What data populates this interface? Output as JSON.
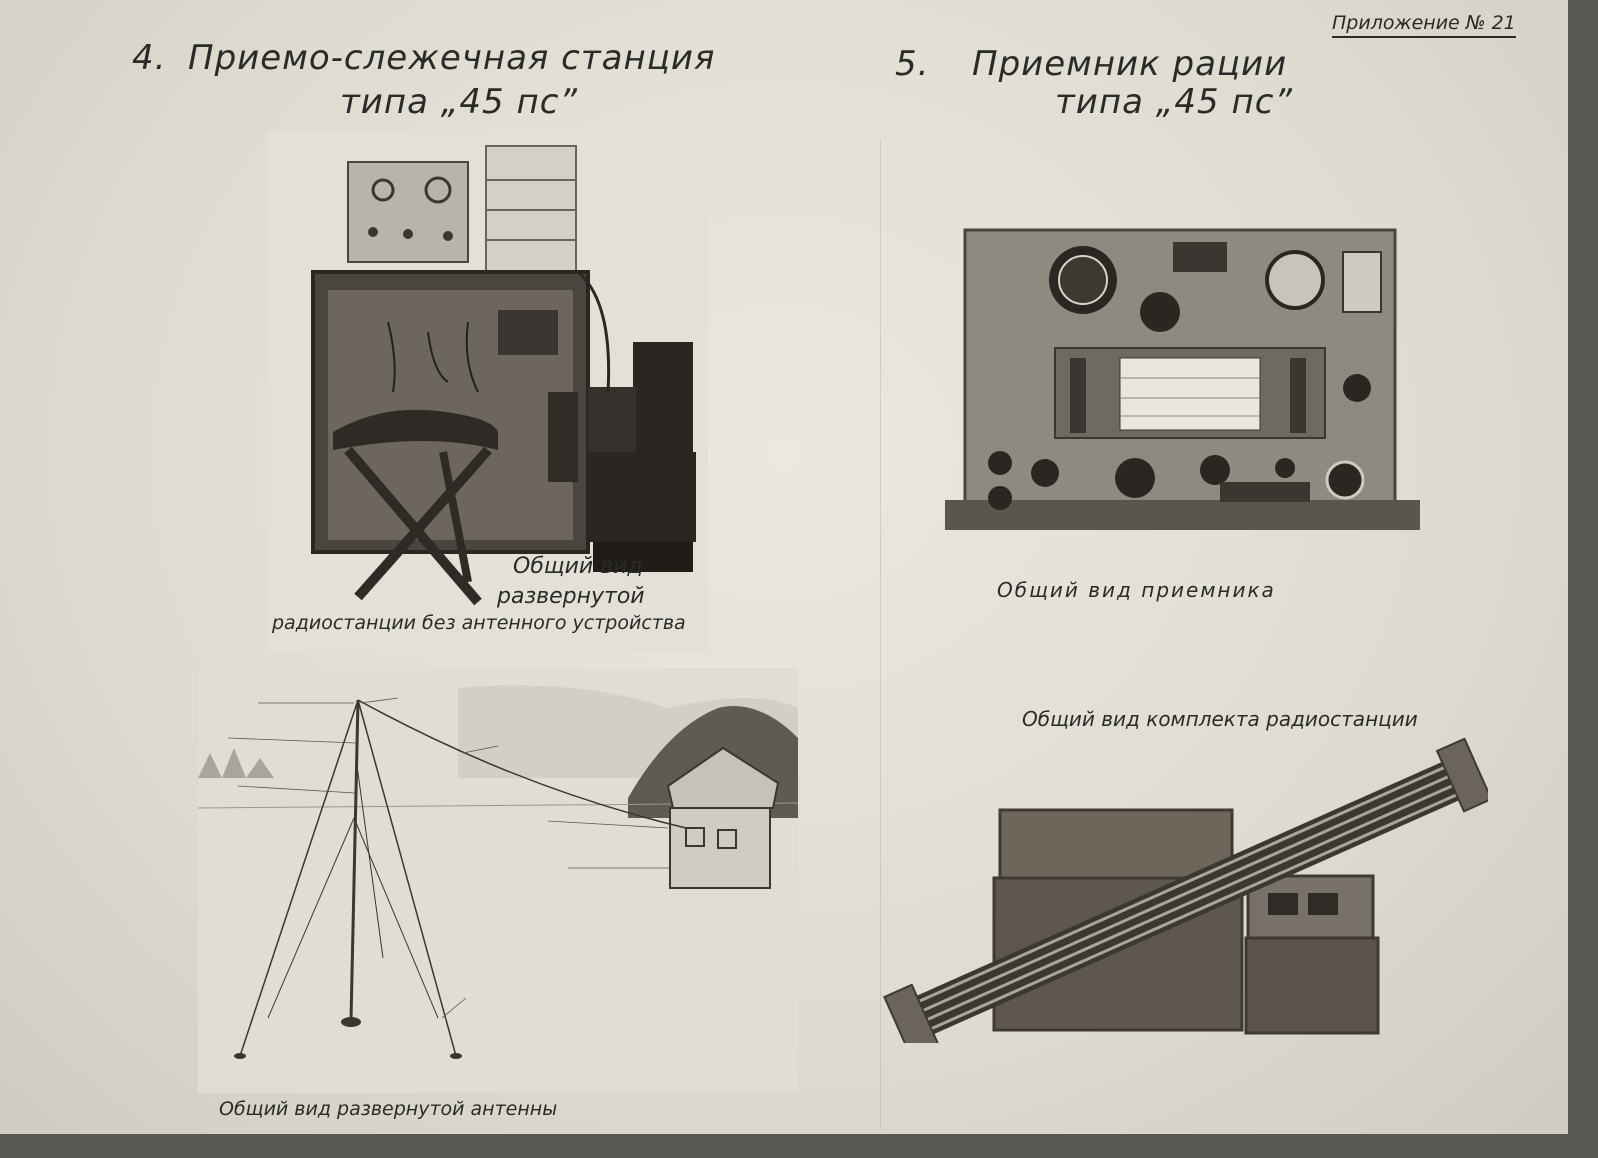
{
  "header": {
    "appendix": "Приложение № 21"
  },
  "sections": [
    {
      "number": "4.",
      "title": "Приемо-слежечная станция",
      "subtitle": "типа „45 пс”"
    },
    {
      "number": "5.",
      "title": "Приемник рации",
      "subtitle": "типа „45 пс”"
    }
  ],
  "captions": {
    "station_line1": "Общий вид",
    "station_line2": "развернутой",
    "station_line3": "радиостанции без антенного устройства",
    "receiver": "Общий вид приемника",
    "kit": "Общий вид комплекта радиостанции",
    "antenna": "Общий вид развернутой антенны"
  },
  "colors": {
    "paper": "#e6e3da",
    "ink": "#2a2a28",
    "photo_dark": "#3a3631"
  }
}
